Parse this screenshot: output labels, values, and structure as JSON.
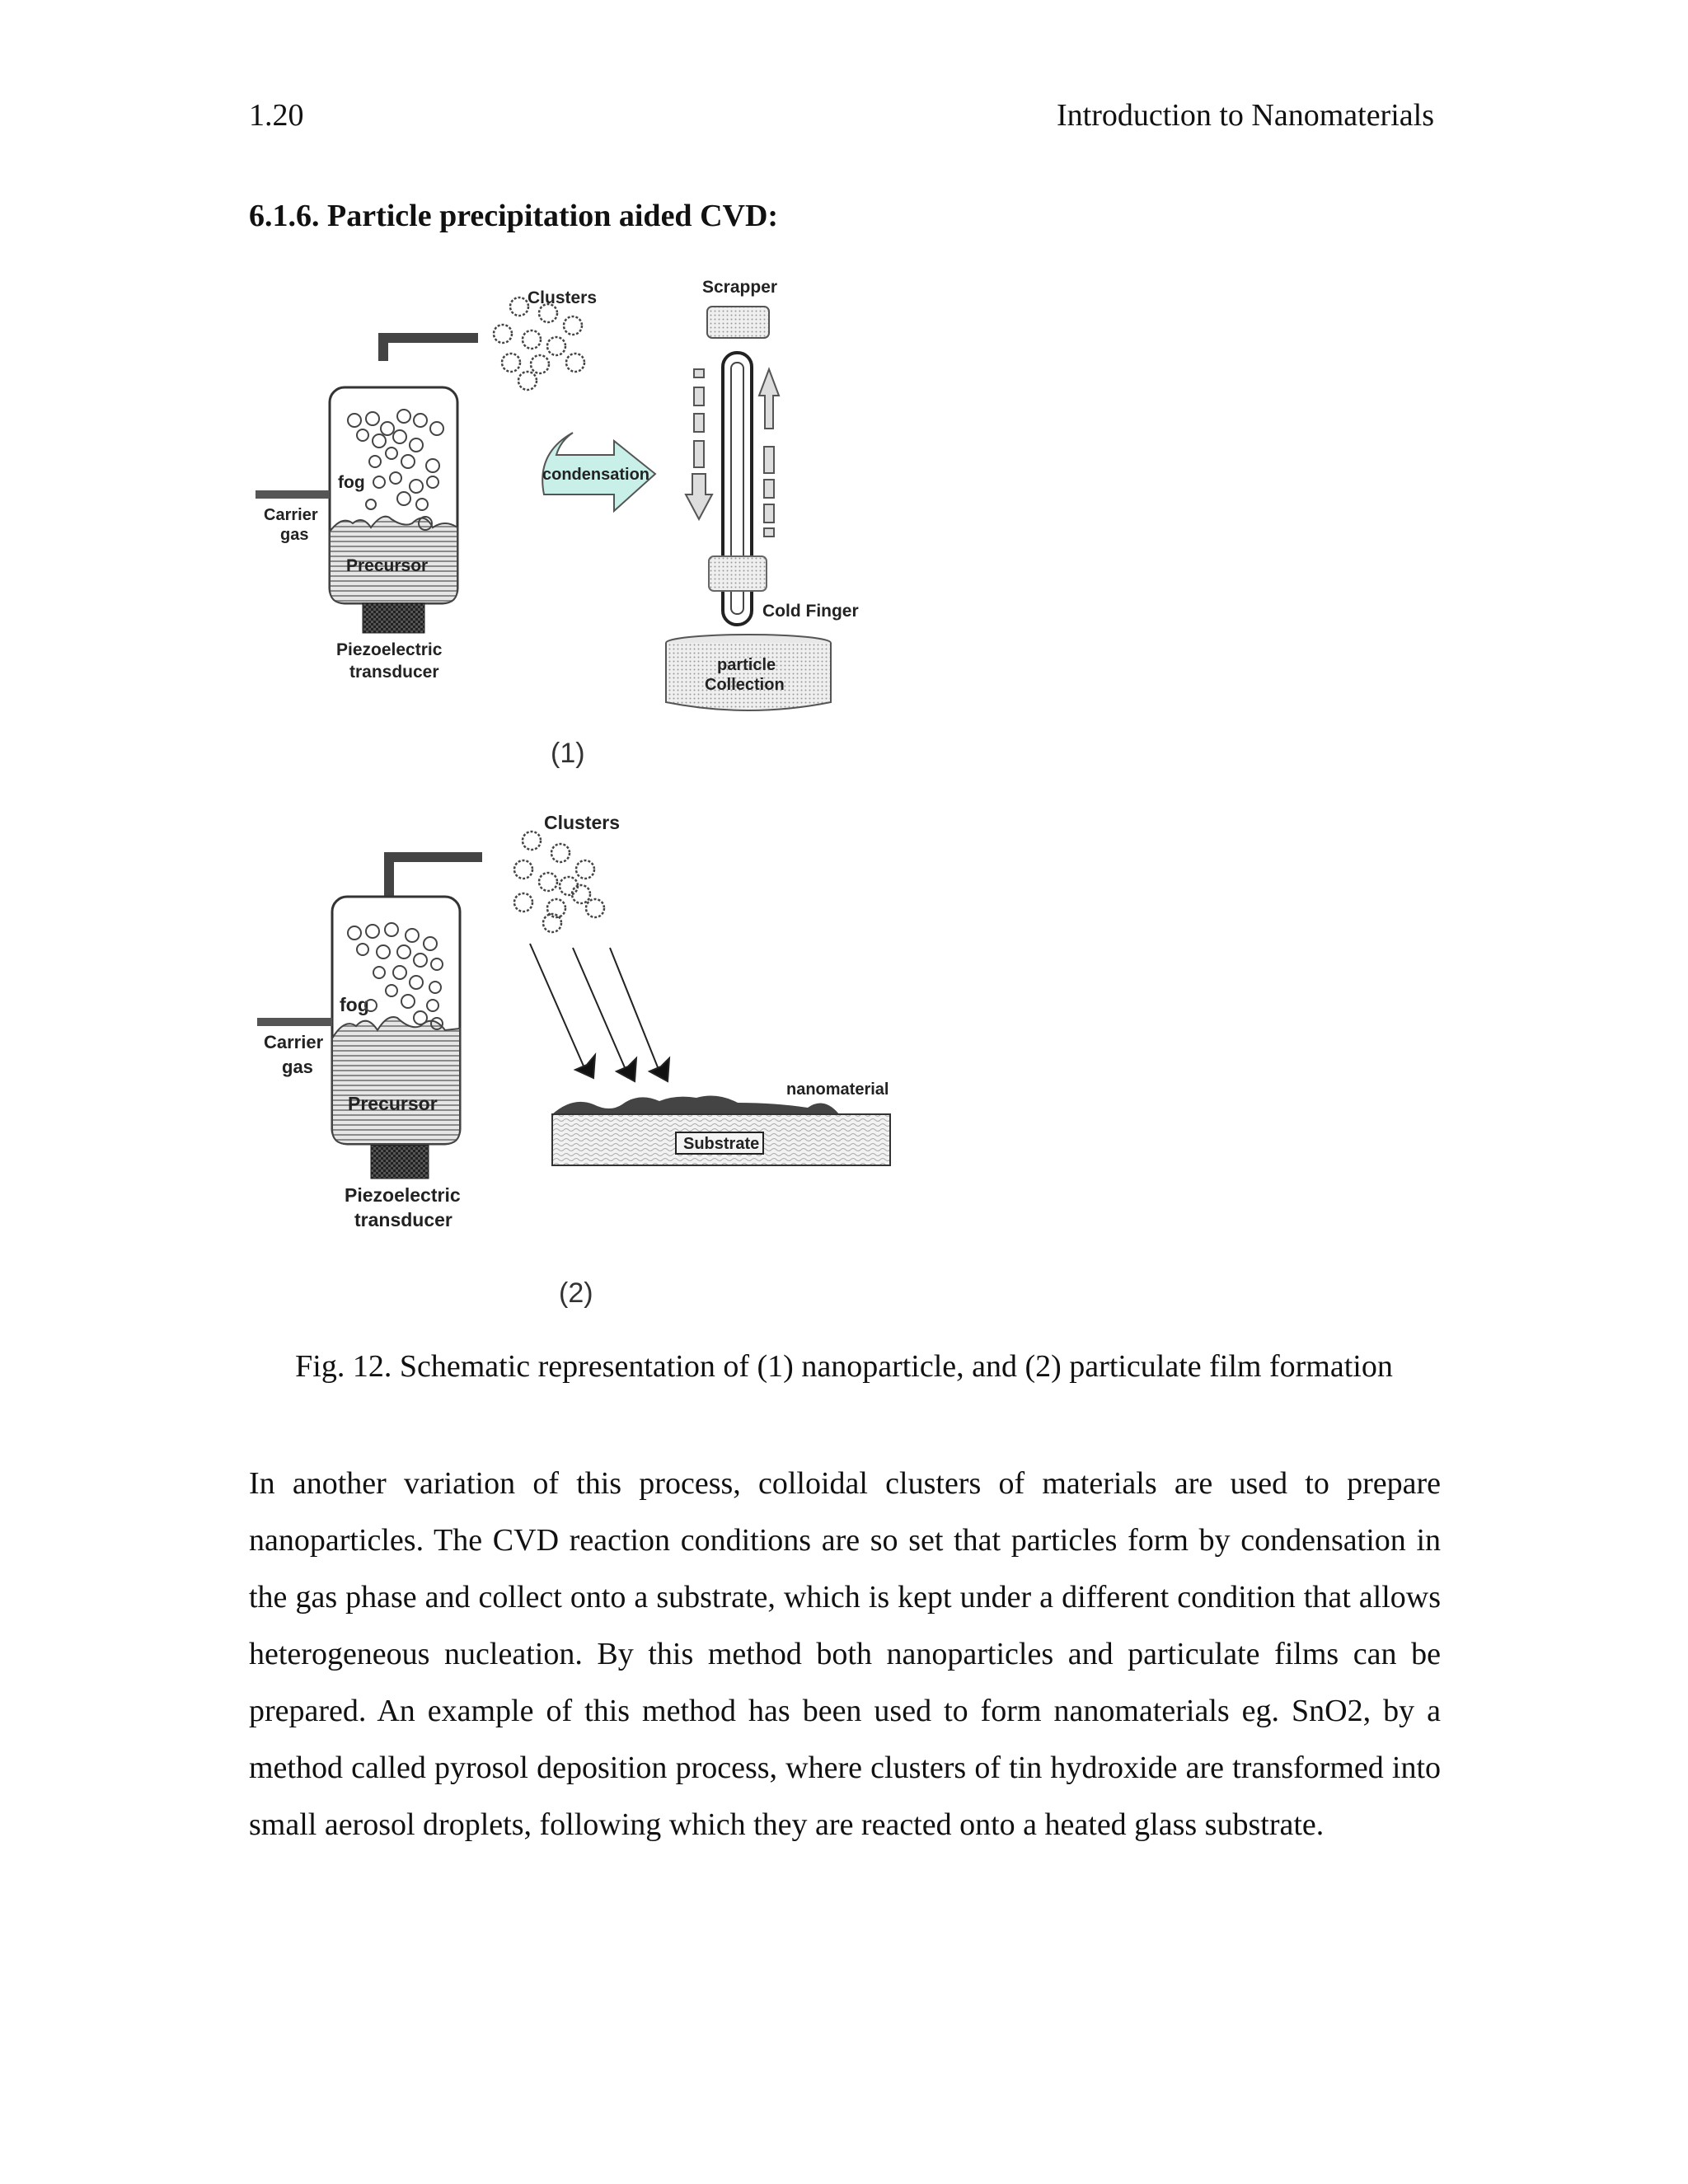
{
  "header": {
    "page_number": "1.20",
    "running_title": "Introduction to Nanomaterials"
  },
  "section": {
    "heading": "6.1.6. Particle precipitation aided CVD:"
  },
  "figure": {
    "panel1": {
      "clusters": "Clusters",
      "scrapper": "Scrapper",
      "fog": "fog",
      "carrier_gas_1": "Carrier",
      "carrier_gas_2": "gas",
      "condensation": "condensation",
      "precursor": "Precursor",
      "cold_finger": "Cold Finger",
      "piezo_1": "Piezoelectric",
      "piezo_2": "transducer",
      "collection_1": "particle",
      "collection_2": "Collection",
      "number": "(1)"
    },
    "panel2": {
      "clusters": "Clusters",
      "fog": "fog",
      "carrier_gas_1": "Carrier",
      "carrier_gas_2": "gas",
      "nanomaterial": "nanomaterial",
      "precursor": "Precursor",
      "substrate": "Substrate",
      "piezo_1": "Piezoelectric",
      "piezo_2": "transducer",
      "number": "(2)"
    },
    "caption": "Fig. 12. Schematic representation of (1) nanoparticle, and (2) particulate film formation"
  },
  "body": {
    "paragraph": "In another variation of this process, colloidal clusters of materials are used to prepare nanoparticles. The CVD reaction conditions are so set that particles form by condensation in the gas phase and collect onto a substrate, which is kept under a different condition that allows heterogeneous nucleation. By this method both nanoparticles and particulate films can be prepared. An example of this method has been used to form nanomaterials eg. SnO2, by a method called pyrosol deposition process, where clusters of tin hydroxide are transformed into small aerosol droplets, following which they are reacted onto a heated glass substrate."
  },
  "colors": {
    "condensation_arrow": "#c8f0e8",
    "hatching": "#9a9a9a",
    "ink": "#222222"
  }
}
